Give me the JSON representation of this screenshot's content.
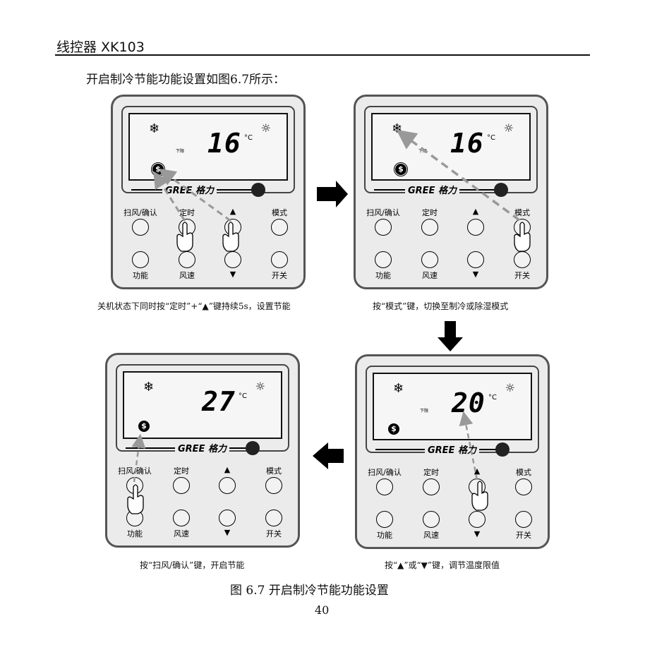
{
  "header": {
    "title": "线控器 XK103"
  },
  "intro": "开启制冷节能功能设置如图6.7所示：",
  "panels": [
    {
      "temp": "16",
      "unit": "°C",
      "lower_label": "下限",
      "brand": "GREE 格力",
      "buttons": {
        "swing": "扫风/确认",
        "timer": "定时",
        "up": "▲",
        "mode": "模式",
        "function": "功能",
        "fan": "风速",
        "down": "▼",
        "power": "开关"
      },
      "caption": "关机状态下同时按“定时”+“▲”键持续5s，设置节能"
    },
    {
      "temp": "16",
      "unit": "°C",
      "lower_label": "下限",
      "brand": "GREE 格力",
      "buttons": {
        "swing": "扫风/确认",
        "timer": "定时",
        "up": "▲",
        "mode": "模式",
        "function": "功能",
        "fan": "风速",
        "down": "▼",
        "power": "开关"
      },
      "caption": "按“模式”键，切换至制冷或除湿模式"
    },
    {
      "temp": "27",
      "unit": "°C",
      "lower_label": "",
      "brand": "GREE 格力",
      "buttons": {
        "swing": "扫风/确认",
        "timer": "定时",
        "up": "▲",
        "mode": "模式",
        "function": "功能",
        "fan": "风速",
        "down": "▼",
        "power": "开关"
      },
      "caption": "按“扫风/确认”键，开启节能"
    },
    {
      "temp": "20",
      "unit": "°C",
      "lower_label": "下限",
      "brand": "GREE 格力",
      "buttons": {
        "swing": "扫风/确认",
        "timer": "定时",
        "up": "▲",
        "mode": "模式",
        "function": "功能",
        "fan": "风速",
        "down": "▼",
        "power": "开关"
      },
      "caption": "按“▲”或“▼”键，调节温度限值"
    }
  ],
  "icons": {
    "snow": "❄",
    "sun": "☼",
    "eco": "$"
  },
  "figure_caption": "图 6.7 开启制冷节能功能设置",
  "page_number": "40",
  "colors": {
    "panel_bg": "#ebebeb",
    "arrow_dashed": "#999999",
    "flow_arrow": "#000000"
  }
}
